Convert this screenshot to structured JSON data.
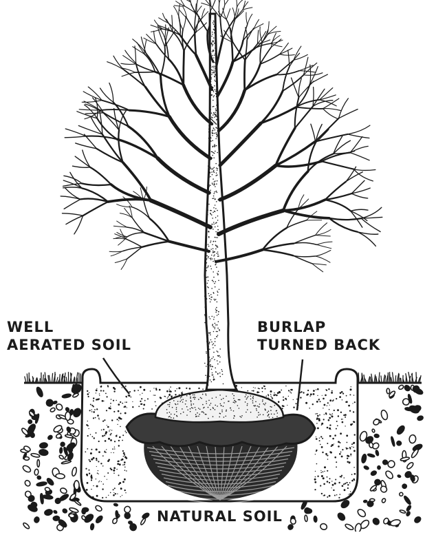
{
  "labels": {
    "well_aerated_line1": "WELL",
    "well_aerated_line2": "AERATED SOIL",
    "burlap_line1": "BURLAP",
    "burlap_line2": "TURNED BACK",
    "natural_soil": "NATURAL SOIL"
  },
  "colors": {
    "ink": "#1b1b1b",
    "paper": "#ffffff"
  }
}
